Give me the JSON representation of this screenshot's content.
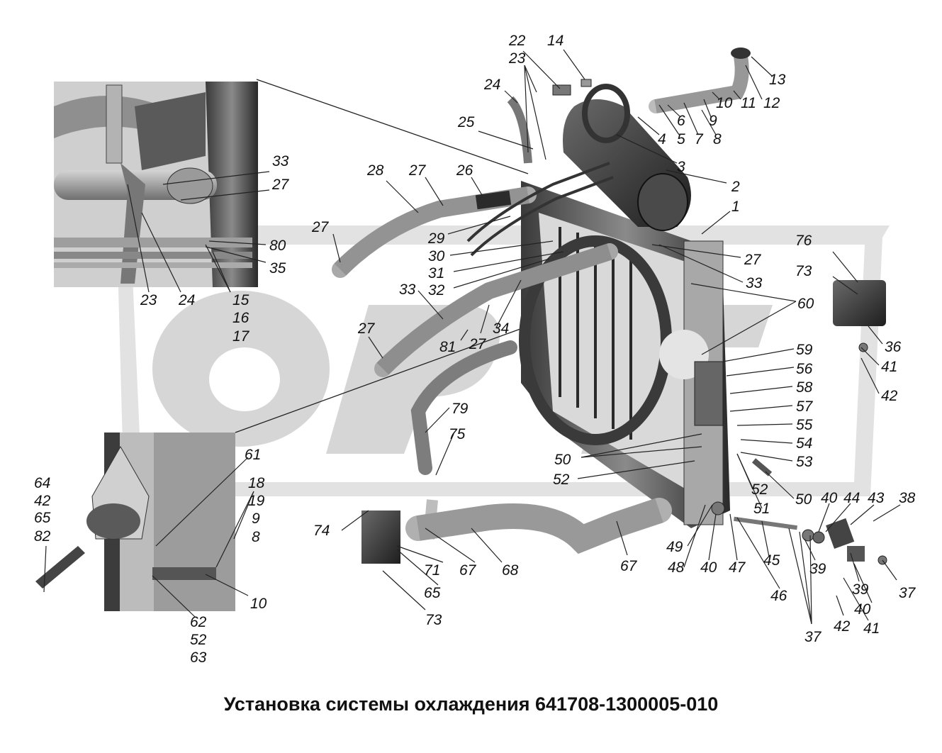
{
  "title": "Установка системы охлаждения 641708-1300005-010",
  "watermark": "ORT",
  "colors": {
    "background": "#ffffff",
    "watermark": "#d9d9d9",
    "part_dark": "#2e2e2e",
    "part_mid": "#7a7a7a",
    "part_light": "#bdbdbd",
    "leader_line": "#222222"
  },
  "callouts": [
    {
      "id": "c22",
      "text": "22"
    },
    {
      "id": "c14",
      "text": "14"
    },
    {
      "id": "c23a",
      "text": "23"
    },
    {
      "id": "c24a",
      "text": "24"
    },
    {
      "id": "c13",
      "text": "13"
    },
    {
      "id": "c12",
      "text": "12"
    },
    {
      "id": "c11",
      "text": "11"
    },
    {
      "id": "c10a",
      "text": "10"
    },
    {
      "id": "c9a",
      "text": "9"
    },
    {
      "id": "c8a",
      "text": "8"
    },
    {
      "id": "c7",
      "text": "7"
    },
    {
      "id": "c6",
      "text": "6"
    },
    {
      "id": "c5",
      "text": "5"
    },
    {
      "id": "c4",
      "text": "4"
    },
    {
      "id": "c25",
      "text": "25"
    },
    {
      "id": "c3",
      "text": "3"
    },
    {
      "id": "c2",
      "text": "2"
    },
    {
      "id": "c1",
      "text": "1"
    },
    {
      "id": "c28",
      "text": "28"
    },
    {
      "id": "c27a",
      "text": "27"
    },
    {
      "id": "c26",
      "text": "26"
    },
    {
      "id": "c27b",
      "text": "27"
    },
    {
      "id": "c29",
      "text": "29"
    },
    {
      "id": "c30",
      "text": "30"
    },
    {
      "id": "c31",
      "text": "31"
    },
    {
      "id": "c32",
      "text": "32"
    },
    {
      "id": "c27c",
      "text": "27"
    },
    {
      "id": "c33a",
      "text": "33"
    },
    {
      "id": "c76",
      "text": "76"
    },
    {
      "id": "c73a",
      "text": "73"
    },
    {
      "id": "c33b",
      "text": "33"
    },
    {
      "id": "c60",
      "text": "60"
    },
    {
      "id": "c33c",
      "text": "33"
    },
    {
      "id": "c27d",
      "text": "27"
    },
    {
      "id": "c80",
      "text": "80"
    },
    {
      "id": "c35",
      "text": "35"
    },
    {
      "id": "c23b",
      "text": "23"
    },
    {
      "id": "c24b",
      "text": "24"
    },
    {
      "id": "c15",
      "text": "15"
    },
    {
      "id": "c16",
      "text": "16"
    },
    {
      "id": "c17",
      "text": "17"
    },
    {
      "id": "c27e",
      "text": "27"
    },
    {
      "id": "c34",
      "text": "34"
    },
    {
      "id": "c81",
      "text": "81"
    },
    {
      "id": "c27f",
      "text": "27"
    },
    {
      "id": "c36",
      "text": "36"
    },
    {
      "id": "c41a",
      "text": "41"
    },
    {
      "id": "c42a",
      "text": "42"
    },
    {
      "id": "c59",
      "text": "59"
    },
    {
      "id": "c56",
      "text": "56"
    },
    {
      "id": "c58",
      "text": "58"
    },
    {
      "id": "c57",
      "text": "57"
    },
    {
      "id": "c55",
      "text": "55"
    },
    {
      "id": "c54",
      "text": "54"
    },
    {
      "id": "c53",
      "text": "53"
    },
    {
      "id": "c79",
      "text": "79"
    },
    {
      "id": "c75",
      "text": "75"
    },
    {
      "id": "c61",
      "text": "61"
    },
    {
      "id": "c50a",
      "text": "50"
    },
    {
      "id": "c52a",
      "text": "52"
    },
    {
      "id": "c52b",
      "text": "52"
    },
    {
      "id": "c51",
      "text": "51"
    },
    {
      "id": "c50b",
      "text": "50"
    },
    {
      "id": "c40a",
      "text": "40"
    },
    {
      "id": "c44",
      "text": "44"
    },
    {
      "id": "c43",
      "text": "43"
    },
    {
      "id": "c38",
      "text": "38"
    },
    {
      "id": "c64",
      "text": "64"
    },
    {
      "id": "c42b",
      "text": "42"
    },
    {
      "id": "c65a",
      "text": "65"
    },
    {
      "id": "c82",
      "text": "82"
    },
    {
      "id": "c18",
      "text": "18"
    },
    {
      "id": "c19",
      "text": "19"
    },
    {
      "id": "c9b",
      "text": "9"
    },
    {
      "id": "c8b",
      "text": "8"
    },
    {
      "id": "c74",
      "text": "74"
    },
    {
      "id": "c49",
      "text": "49"
    },
    {
      "id": "c48",
      "text": "48"
    },
    {
      "id": "c40b",
      "text": "40"
    },
    {
      "id": "c47",
      "text": "47"
    },
    {
      "id": "c45",
      "text": "45"
    },
    {
      "id": "c39a",
      "text": "39"
    },
    {
      "id": "c39b",
      "text": "39"
    },
    {
      "id": "c37a",
      "text": "37"
    },
    {
      "id": "c40c",
      "text": "40"
    },
    {
      "id": "c46",
      "text": "46"
    },
    {
      "id": "c71",
      "text": "71"
    },
    {
      "id": "c67a",
      "text": "67"
    },
    {
      "id": "c68",
      "text": "68"
    },
    {
      "id": "c67b",
      "text": "67"
    },
    {
      "id": "c65b",
      "text": "65"
    },
    {
      "id": "c73b",
      "text": "73"
    },
    {
      "id": "c10b",
      "text": "10"
    },
    {
      "id": "c62",
      "text": "62"
    },
    {
      "id": "c52c",
      "text": "52"
    },
    {
      "id": "c63",
      "text": "63"
    },
    {
      "id": "c41b",
      "text": "41"
    },
    {
      "id": "c42c",
      "text": "42"
    },
    {
      "id": "c37b",
      "text": "37"
    }
  ]
}
